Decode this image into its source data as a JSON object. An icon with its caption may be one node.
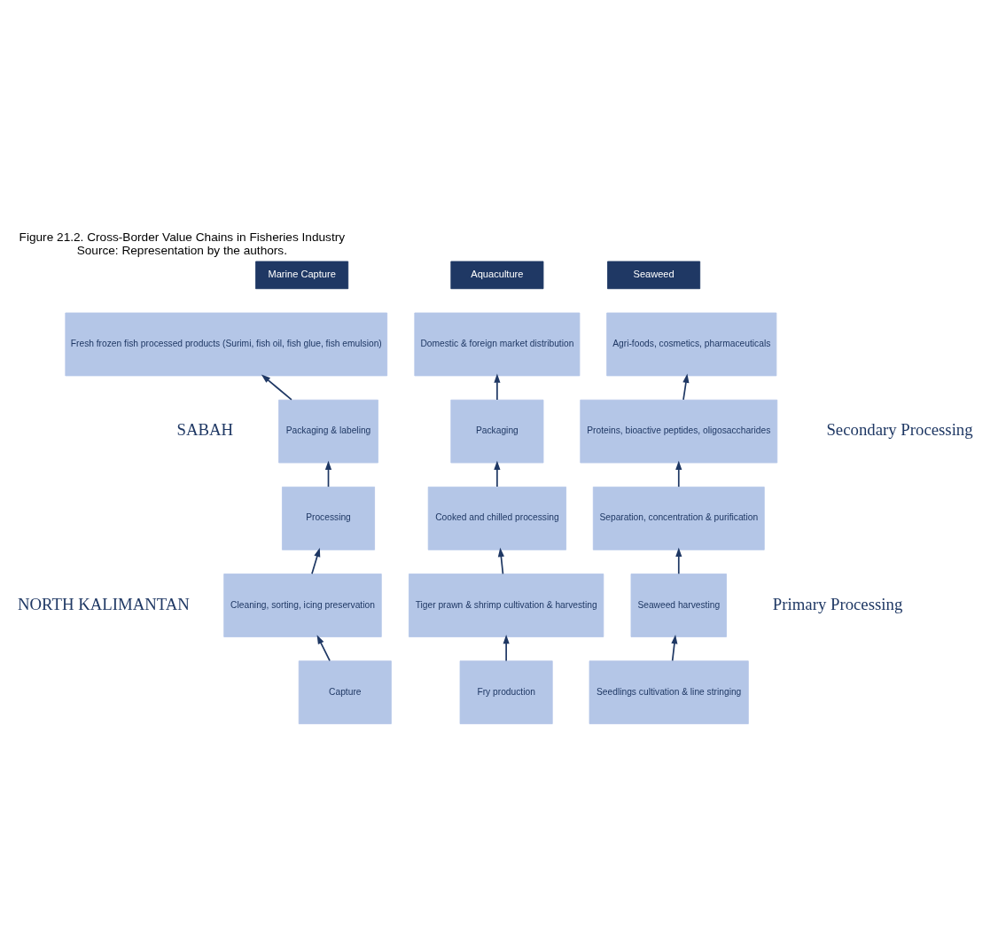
{
  "diagram": {
    "title": "Figure 21.2. Cross-Border Value Chains in Fisheries Industry",
    "caption": "Source: Representation by the authors.",
    "nodes": [
      {
        "text": [
          "Marine Capture"
        ]
      },
      {
        "text": [
          "Aquaculture"
        ]
      },
      {
        "text": [
          "Seaweed"
        ]
      },
      {
        "text": [
          "Fresh frozen fish processed products (Surimi, fish oil, fish glue, fish emulsion)"
        ]
      },
      {
        "text": [
          "Domestic & foreign market distribution"
        ]
      },
      {
        "text": [
          "Agri-foods, cosmetics, pharmaceuticals"
        ]
      },
      {
        "text": [
          "Packaging & labeling"
        ]
      },
      {
        "text": [
          "Packaging"
        ]
      },
      {
        "text": [
          "Proteins, bioactive peptides, oligosaccharides"
        ]
      },
      {
        "text": [
          "Processing"
        ]
      },
      {
        "text": [
          "Cooked and chilled processing"
        ]
      },
      {
        "text": [
          "Separation, concentration & purification"
        ]
      },
      {
        "text": [
          "Cleaning, sorting, icing preservation"
        ]
      },
      {
        "text": [
          "Tiger prawn & shrimp cultivation & harvesting"
        ]
      },
      {
        "text": [
          "Seaweed harvesting"
        ]
      },
      {
        "text": [
          "Capture"
        ]
      },
      {
        "text": [
          "Fry production"
        ]
      },
      {
        "text": [
          "Seedlings cultivation & line stringing"
        ]
      }
    ],
    "edges": [
      {
        "from": 15,
        "to": 12,
        "arrow": "to"
      },
      {
        "from": 12,
        "to": 9,
        "arrow": "to"
      },
      {
        "from": 9,
        "to": 6,
        "arrow": "to"
      },
      {
        "from": 6,
        "to": 3,
        "arrow": "to"
      },
      {
        "from": 16,
        "to": 13,
        "arrow": "to"
      },
      {
        "from": 13,
        "to": 10,
        "arrow": "to"
      },
      {
        "from": 10,
        "to": 7,
        "arrow": "to"
      },
      {
        "from": 7,
        "to": 4,
        "arrow": "to"
      },
      {
        "from": 17,
        "to": 14,
        "arrow": "to"
      },
      {
        "from": 14,
        "to": 11,
        "arrow": "to"
      },
      {
        "from": 11,
        "to": 8,
        "arrow": "to"
      },
      {
        "from": 8,
        "to": 5,
        "arrow": "to"
      }
    ],
    "labels": [
      "SABAH",
      "Secondary Processing",
      "NORTH KALIMANTAN",
      "Primary Processing"
    ]
  }
}
